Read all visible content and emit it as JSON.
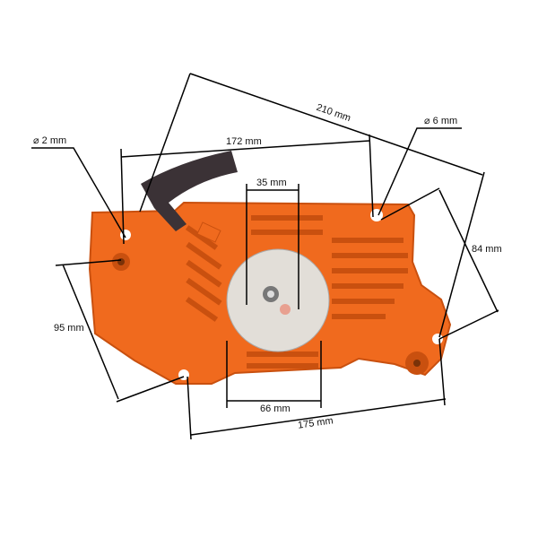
{
  "colors": {
    "body": "#f06a1e",
    "body_dark": "#c9500f",
    "handle": "#3b3236",
    "disc": "#e2ded8",
    "line": "#000000"
  },
  "dimensions": {
    "overall_diagonal": "210 mm",
    "top_width": "172 mm",
    "bottom_width": "175 mm",
    "left_height": "95 mm",
    "right_height": "84 mm",
    "inner_top": "35 mm",
    "inner_bottom": "66 mm",
    "hole_small": "⌀ 2 mm",
    "hole_large": "⌀ 6 mm"
  }
}
